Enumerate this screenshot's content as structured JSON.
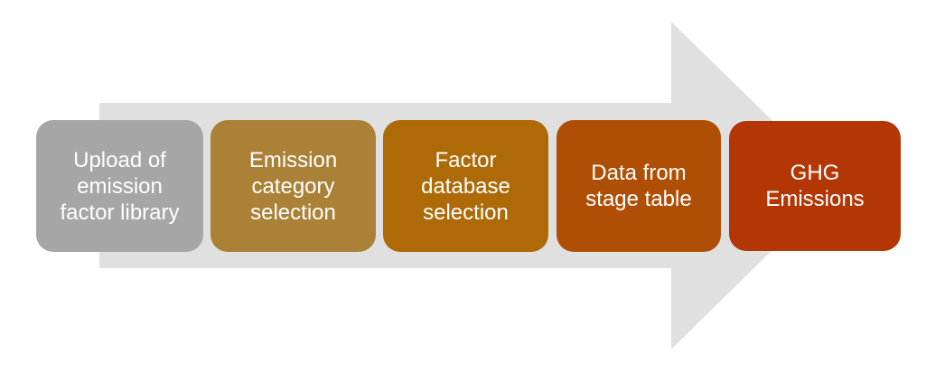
{
  "diagram": {
    "type": "process-arrow-flow",
    "arrow": {
      "color": "#e0e0e0"
    },
    "text_color": "#ffffff",
    "steps": [
      {
        "label": "Upload of\nemission\nfactor library",
        "color": "#a6a6a6"
      },
      {
        "label": "Emission\ncategory\nselection",
        "color": "#ab8138"
      },
      {
        "label": "Factor\ndatabase\nselection",
        "color": "#ad6a06"
      },
      {
        "label": "Data from\nstage table",
        "color": "#af4f06"
      },
      {
        "label": "GHG\nEmissions",
        "color": "#b33605"
      }
    ]
  }
}
